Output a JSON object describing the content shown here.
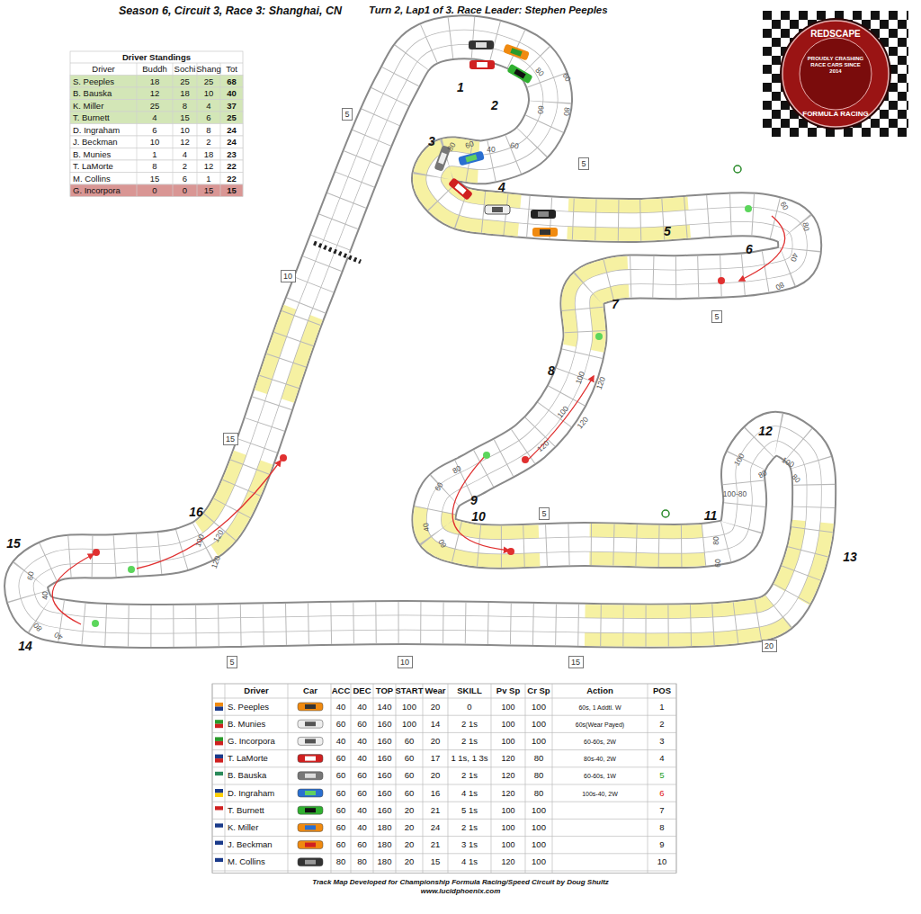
{
  "diagram": {
    "title": "Season 6, Circuit 3, Race 3: Shanghai, CN",
    "nodes": [
      {
        "text": [
          "REDSCAPE",
          "PROUDLY CRASHING RACE CARS SINCE 2014",
          "FORMULA RACING"
        ]
      },
      {
        "text": [
          "5"
        ]
      },
      {
        "text": [
          "10"
        ]
      },
      {
        "text": [
          "15"
        ]
      },
      {
        "text": [
          "5"
        ]
      },
      {
        "text": [
          "5"
        ]
      },
      {
        "text": [
          "5"
        ]
      },
      {
        "text": [
          "5"
        ]
      },
      {
        "text": [
          "10"
        ]
      },
      {
        "text": [
          "15"
        ]
      },
      {
        "text": [
          "20"
        ]
      }
    ],
    "labels": [
      "Turn 2, Lap1 of 3. Race Leader: Stephen Peeples",
      "Driver Standings",
      "Driver",
      "Buddh",
      "Sochi",
      "Shang",
      "Tot",
      "S. Peeples",
      "18",
      "25",
      "25",
      "68",
      "B. Bauska",
      "12",
      "18",
      "10",
      "40",
      "K. Miller",
      "25",
      "8",
      "4",
      "37",
      "T. Burnett",
      "4",
      "15",
      "6",
      "25",
      "D. Ingraham",
      "6",
      "10",
      "8",
      "24",
      "J. Beckman",
      "10",
      "12",
      "2",
      "24",
      "B. Munies",
      "1",
      "4",
      "18",
      "23",
      "T. LaMorte",
      "8",
      "2",
      "12",
      "22",
      "M. Collins",
      "15",
      "6",
      "1",
      "22",
      "G. Incorpora",
      "0",
      "0",
      "15",
      "15",
      "Driver",
      "Car",
      "ACC",
      "DEC",
      "TOP",
      "START",
      "Wear",
      "SKILL",
      "Pv Sp",
      "Cr Sp",
      "Action",
      "POS",
      "S. Peeples",
      "40",
      "40",
      "140",
      "100",
      "20",
      "0",
      "100",
      "100",
      "60s, 1 Addtl. W",
      "1",
      "B. Munies",
      "60",
      "60",
      "160",
      "100",
      "14",
      "2 1s",
      "100",
      "100",
      "60s(Wear Payed)",
      "2",
      "G. Incorpora",
      "40",
      "40",
      "160",
      "60",
      "20",
      "2 1s",
      "100",
      "100",
      "60-60s, 2W",
      "3",
      "T. LaMorte",
      "60",
      "40",
      "160",
      "60",
      "17",
      "1 1s, 1 3s",
      "120",
      "80",
      "80s-40, 2W",
      "4",
      "B. Bauska",
      "60",
      "60",
      "160",
      "60",
      "20",
      "2 1s",
      "120",
      "80",
      "60-60s, 1W",
      "5",
      "D. Ingraham",
      "60",
      "60",
      "160",
      "60",
      "16",
      "4 1s",
      "120",
      "80",
      "100s-40, 2W",
      "6",
      "T. Burnett",
      "60",
      "40",
      "160",
      "20",
      "21",
      "5 1s",
      "100",
      "100",
      "7",
      "K. Miller",
      "60",
      "40",
      "180",
      "20",
      "24",
      "2 1s",
      "100",
      "100",
      "8",
      "J. Beckman",
      "60",
      "60",
      "180",
      "20",
      "21",
      "3 1s",
      "100",
      "100",
      "9",
      "M. Collins",
      "80",
      "80",
      "180",
      "20",
      "15",
      "4 1s",
      "120",
      "100",
      "10",
      "Track Map Developed for Championship Formula Racing/Speed Circuit by Doug Shultz",
      "www.lucidphoenix.com",
      "1",
      "2",
      "3",
      "4",
      "5",
      "6",
      "7",
      "8",
      "9",
      "10",
      "11",
      "12",
      "13",
      "14",
      "15",
      "16",
      "80",
      "60",
      "60",
      "80",
      "80",
      "60",
      "40",
      "60",
      "60",
      "80",
      "40",
      "80",
      "100",
      "120",
      "100",
      "120",
      "120",
      "80",
      "60",
      "40",
      "60",
      "80",
      "60",
      "100-80",
      "100",
      "80",
      "100",
      "80",
      "60",
      "40",
      "80",
      "40",
      "100",
      "120",
      "120"
    ]
  }
}
